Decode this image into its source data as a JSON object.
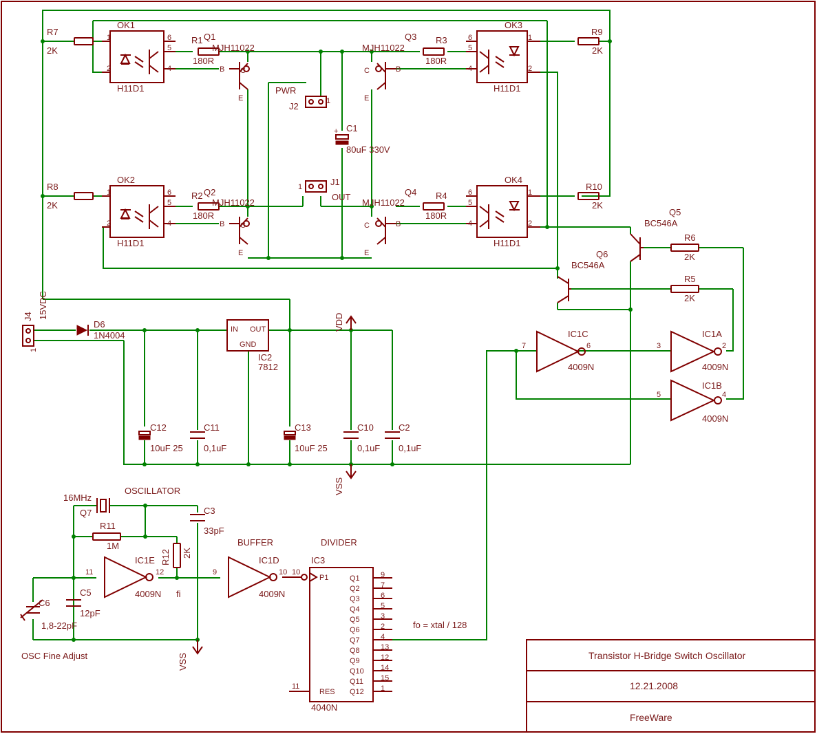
{
  "sheet": {
    "title": "Transistor H-Bridge Switch Oscillator",
    "date": "12.21.2008",
    "license": "FreeWare"
  },
  "sections": {
    "oscillator": "OSCILLATOR",
    "buffer": "BUFFER",
    "divider": "DIVIDER",
    "fine_adjust": "OSC Fine Adjust",
    "fo_formula": "fo = xtal / 128",
    "fi": "fi"
  },
  "nets": {
    "vdd": "VDD",
    "vss": "VSS",
    "supply": "15VDC"
  },
  "connectors": {
    "j4": "J4",
    "j2": "J2",
    "j2_label": "PWR",
    "j1": "J1",
    "j1_label": "OUT"
  },
  "optocouplers": [
    {
      "ref": "OK1",
      "part": "H11D1"
    },
    {
      "ref": "OK2",
      "part": "H11D1"
    },
    {
      "ref": "OK3",
      "part": "H11D1"
    },
    {
      "ref": "OK4",
      "part": "H11D1"
    }
  ],
  "transistors": [
    {
      "ref": "Q1",
      "part": "MJH11022"
    },
    {
      "ref": "Q2",
      "part": "MJH11022"
    },
    {
      "ref": "Q3",
      "part": "MJH11022"
    },
    {
      "ref": "Q4",
      "part": "MJH11022"
    },
    {
      "ref": "Q5",
      "part": "BC546A"
    },
    {
      "ref": "Q6",
      "part": "BC546A"
    }
  ],
  "resistors": [
    {
      "ref": "R1",
      "value": "180R"
    },
    {
      "ref": "R2",
      "value": "180R"
    },
    {
      "ref": "R3",
      "value": "180R"
    },
    {
      "ref": "R4",
      "value": "180R"
    },
    {
      "ref": "R5",
      "value": "2K"
    },
    {
      "ref": "R6",
      "value": "2K"
    },
    {
      "ref": "R7",
      "value": "2K"
    },
    {
      "ref": "R8",
      "value": "2K"
    },
    {
      "ref": "R9",
      "value": "2K"
    },
    {
      "ref": "R10",
      "value": "2K"
    },
    {
      "ref": "R11",
      "value": "1M"
    },
    {
      "ref": "R12",
      "value": "2K"
    }
  ],
  "capacitors": [
    {
      "ref": "C1",
      "value": "80uF 330V"
    },
    {
      "ref": "C12",
      "value": "10uF 25"
    },
    {
      "ref": "C11",
      "value": "0,1uF"
    },
    {
      "ref": "C13",
      "value": "10uF 25"
    },
    {
      "ref": "C10",
      "value": "0,1uF"
    },
    {
      "ref": "C2",
      "value": "0,1uF"
    },
    {
      "ref": "C3",
      "value": "33pF"
    },
    {
      "ref": "C5",
      "value": "12pF"
    },
    {
      "ref": "C6",
      "value": "1,8-22pF"
    }
  ],
  "diode": {
    "ref": "D6",
    "part": "1N4004"
  },
  "regulator": {
    "ref": "IC2",
    "part": "7812",
    "in": "IN",
    "out": "OUT",
    "gnd": "GND"
  },
  "crystal": {
    "ref": "Q7",
    "value": "16MHz"
  },
  "inverters": [
    {
      "ref": "IC1A",
      "part": "4009N"
    },
    {
      "ref": "IC1B",
      "part": "4009N"
    },
    {
      "ref": "IC1C",
      "part": "4009N"
    },
    {
      "ref": "IC1D",
      "part": "4009N"
    },
    {
      "ref": "IC1E",
      "part": "4009N"
    }
  ],
  "counter": {
    "ref": "IC3",
    "part": "4040N",
    "clock": "P1",
    "reset": "RES",
    "outputs": [
      "Q1",
      "Q2",
      "Q3",
      "Q4",
      "Q5",
      "Q6",
      "Q7",
      "Q8",
      "Q9",
      "Q10",
      "Q11",
      "Q12"
    ],
    "output_pins": [
      "9",
      "7",
      "6",
      "5",
      "3",
      "2",
      "4",
      "13",
      "12",
      "14",
      "15",
      "1"
    ],
    "clock_pin": "10",
    "reset_pin": "11"
  },
  "pins": {
    "opto_left": [
      "1",
      "2",
      "6",
      "5",
      "4"
    ],
    "opto_right": [
      "6",
      "5",
      "4",
      "1",
      "2"
    ],
    "q_b": "B",
    "q_c": "C",
    "q_e": "E",
    "connector_one": "1",
    "ic1c_in": "7",
    "ic1c_out": "6",
    "ic1a_in": "3",
    "ic1a_out": "2",
    "ic1b_in": "5",
    "ic1b_out": "4",
    "ic1e_in": "11",
    "ic1e_out": "12",
    "ic1d_in": "9",
    "ic1d_out": "10"
  }
}
